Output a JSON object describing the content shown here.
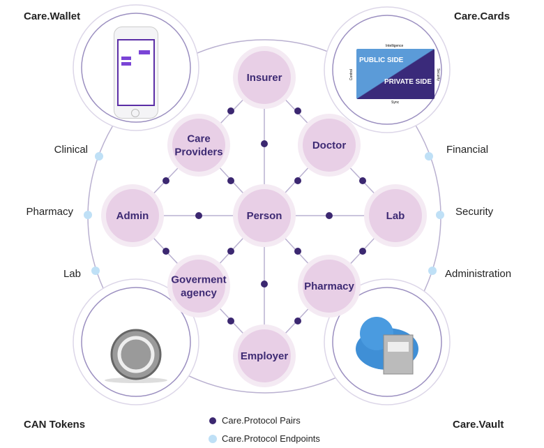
{
  "corners": {
    "wallet": "Care.Wallet",
    "cards": "Care.Cards",
    "tokens": "CAN Tokens",
    "vault": "Care.Vault"
  },
  "left_endpoints": [
    "Clinical",
    "Pharmacy",
    "Lab"
  ],
  "right_endpoints": [
    "Financial",
    "Security",
    "Administration"
  ],
  "nodes": [
    {
      "id": "insurer",
      "lines": [
        "Insurer"
      ]
    },
    {
      "id": "care-providers",
      "lines": [
        "Care",
        "Providers"
      ]
    },
    {
      "id": "doctor",
      "lines": [
        "Doctor"
      ]
    },
    {
      "id": "admin",
      "lines": [
        "Admin"
      ]
    },
    {
      "id": "person",
      "lines": [
        "Person"
      ]
    },
    {
      "id": "lab",
      "lines": [
        "Lab"
      ]
    },
    {
      "id": "goverment-agency",
      "lines": [
        "Goverment",
        "agency"
      ]
    },
    {
      "id": "pharmacy",
      "lines": [
        "Pharmacy"
      ]
    },
    {
      "id": "employer",
      "lines": [
        "Employer"
      ]
    }
  ],
  "card": {
    "top": "Intelligence",
    "left": "Control",
    "right": "Security",
    "bottom": "Sync",
    "public": "PUBLIC SIDE",
    "private": "PRIVATE SIDE"
  },
  "legend": {
    "pairs": "Care.Protocol Pairs",
    "endpoints": "Care.Protocol Endpoints"
  },
  "colors": {
    "node": "#e8cfe6",
    "halo": "#f4eaf3",
    "text": "#3d2a73",
    "pair": "#3b2770",
    "endpoint": "#bfe0f6",
    "line": "#b9b0d0"
  }
}
